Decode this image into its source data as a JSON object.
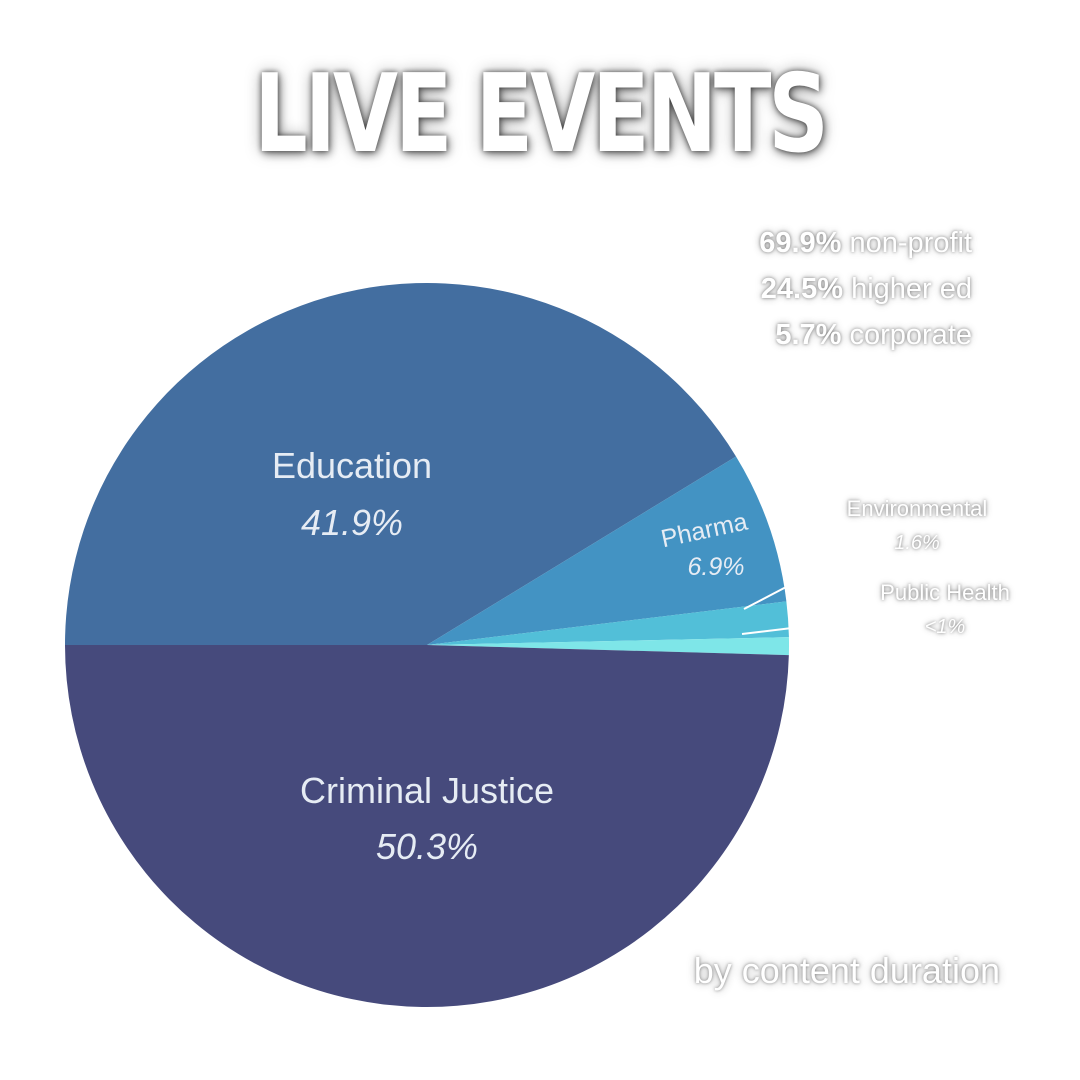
{
  "title": "LIVE EVENTS",
  "subtitle": "by content duration",
  "stats": [
    {
      "value": "69.9%",
      "label": "non-profit"
    },
    {
      "value": "24.5%",
      "label": "higher ed"
    },
    {
      "value": "5.7%",
      "label": "corporate"
    }
  ],
  "chart_data": {
    "type": "pie",
    "title": "LIVE EVENTS",
    "start_direction": "9 o'clock",
    "order": "clockwise",
    "slices": [
      {
        "label": "Education",
        "pct_label": "41.9%",
        "value": 41.9,
        "color": "#436ea0"
      },
      {
        "label": "Pharma",
        "pct_label": "6.9%",
        "value": 6.9,
        "color": "#4393c3"
      },
      {
        "label": "Environmental",
        "pct_label": "1.6%",
        "value": 1.6,
        "color": "#52bfd8"
      },
      {
        "label": "Public Health",
        "pct_label": "<1%",
        "value": 0.8,
        "color": "#7ee6e8"
      },
      {
        "label": "Criminal Justice",
        "pct_label": "50.3%",
        "value": 50.3,
        "color": "#464a7c"
      }
    ]
  }
}
